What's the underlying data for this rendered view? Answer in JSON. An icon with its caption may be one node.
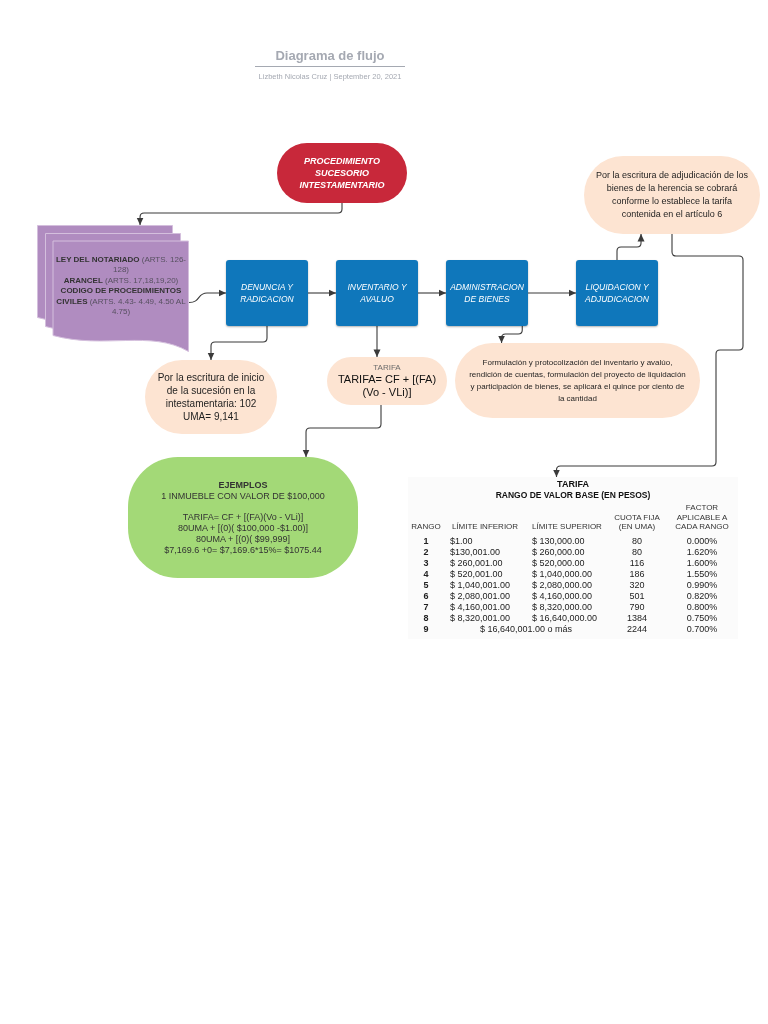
{
  "diagram": {
    "title": "Diagrama de flujo",
    "nodes": [
      {
        "text": [
          "PROCEDIMIENTO SUCESORIO INTESTAMENTARIO"
        ]
      },
      {
        "text": [
          "**LEY DEL NOTARIADO** (ARTS. 126-128)",
          "**ARANCEL** (ARTS. 17,18,19,20)",
          "**CODIGO DE PROCEDIMIENTOS CIVILES** (ARTS. 4.43- 4.49, 4.50 AL 4.75)"
        ]
      },
      {
        "text": [
          "DENUNCIA Y RADICACION"
        ]
      },
      {
        "text": [
          "INVENTARIO Y AVALUO"
        ]
      },
      {
        "text": [
          "ADMINISTRACION DE BIENES"
        ]
      },
      {
        "text": [
          "LIQUIDACION Y ADJUDICACION"
        ]
      },
      {
        "text": [
          "Por la escritura de adjudicación de los bienes de la herencia se cobrará conforme lo establece la tarifa contenida en el artículo 6"
        ]
      },
      {
        "text": [
          "Por la escritura de inicio de la sucesión en la intestamentaria: 102 UMA= 9,141"
        ]
      },
      {
        "text": [
          "TARIFA",
          "TARIFA= CF + [(FA)(Vo - VLi)]"
        ]
      },
      {
        "text": [
          "Formulación y protocolización del inventario y avalúo, rendición de cuentas, formulación del proyecto de liquidación y participación de bienes, se aplicará el quince por ciento de la cantidad"
        ]
      },
      {
        "text": [
          "EJEMPLOS",
          "1 INMUEBLE CON VALOR DE $100,000",
          "TARIFA= CF + [(FA)(Vo - VLi)]",
          "80UMA + [(0)( $100,000 -$1.00)]",
          "80UMA + [(0)( $99,999]",
          "$7,169.6 +0= $7,169.6*15%= $1075.44"
        ]
      },
      {
        "text": [
          "TARIFA",
          "RANGO DE VALOR BASE (EN PESOS)"
        ]
      }
    ],
    "edges": [
      {
        "from": 0,
        "to": 1,
        "arrow": "to"
      },
      {
        "from": 1,
        "to": 2,
        "arrow": "to"
      },
      {
        "from": 2,
        "to": 3,
        "arrow": "to"
      },
      {
        "from": 3,
        "to": 4,
        "arrow": "to"
      },
      {
        "from": 4,
        "to": 5,
        "arrow": "to"
      },
      {
        "from": 5,
        "to": 6,
        "arrow": "to"
      },
      {
        "from": 2,
        "to": 7,
        "arrow": "to"
      },
      {
        "from": 3,
        "to": 8,
        "arrow": "to"
      },
      {
        "from": 4,
        "to": 9,
        "arrow": "to"
      },
      {
        "from": 8,
        "to": 10,
        "arrow": "to"
      },
      {
        "from": 6,
        "to": 11,
        "arrow": "to"
      }
    ],
    "labels": [
      "Lizbeth Nicolas Cruz | September 20, 2021",
      "RANGO",
      "LÍMITE INFERIOR",
      "LÍMITE SUPERIOR",
      "CUOTA FIJA (EN UMA)",
      "FACTOR APLICABLE A CADA RANGO",
      "1",
      "$1.00",
      "$ 130,000.00",
      "80",
      "0.000%",
      "2",
      "$130,001.00",
      "$ 260,000.00",
      "80",
      "1.620%",
      "3",
      "$ 260,001.00",
      "$ 520,000.00",
      "116",
      "1.600%",
      "4",
      "$ 520,001.00",
      "$ 1,040,000.00",
      "186",
      "1.550%",
      "5",
      "$ 1,040,001.00",
      "$ 2,080,000.00",
      "320",
      "0.990%",
      "6",
      "$ 2,080,001.00",
      "$ 4,160,000.00",
      "501",
      "0.820%",
      "7",
      "$ 4,160,001.00",
      "$ 8,320,000.00",
      "790",
      "0.800%",
      "8",
      "$ 8,320,001.00",
      "$ 16,640,000.00",
      "1384",
      "0.750%",
      "9",
      "$ 16,640,001.00 o más",
      "2244",
      "0.700%"
    ]
  }
}
